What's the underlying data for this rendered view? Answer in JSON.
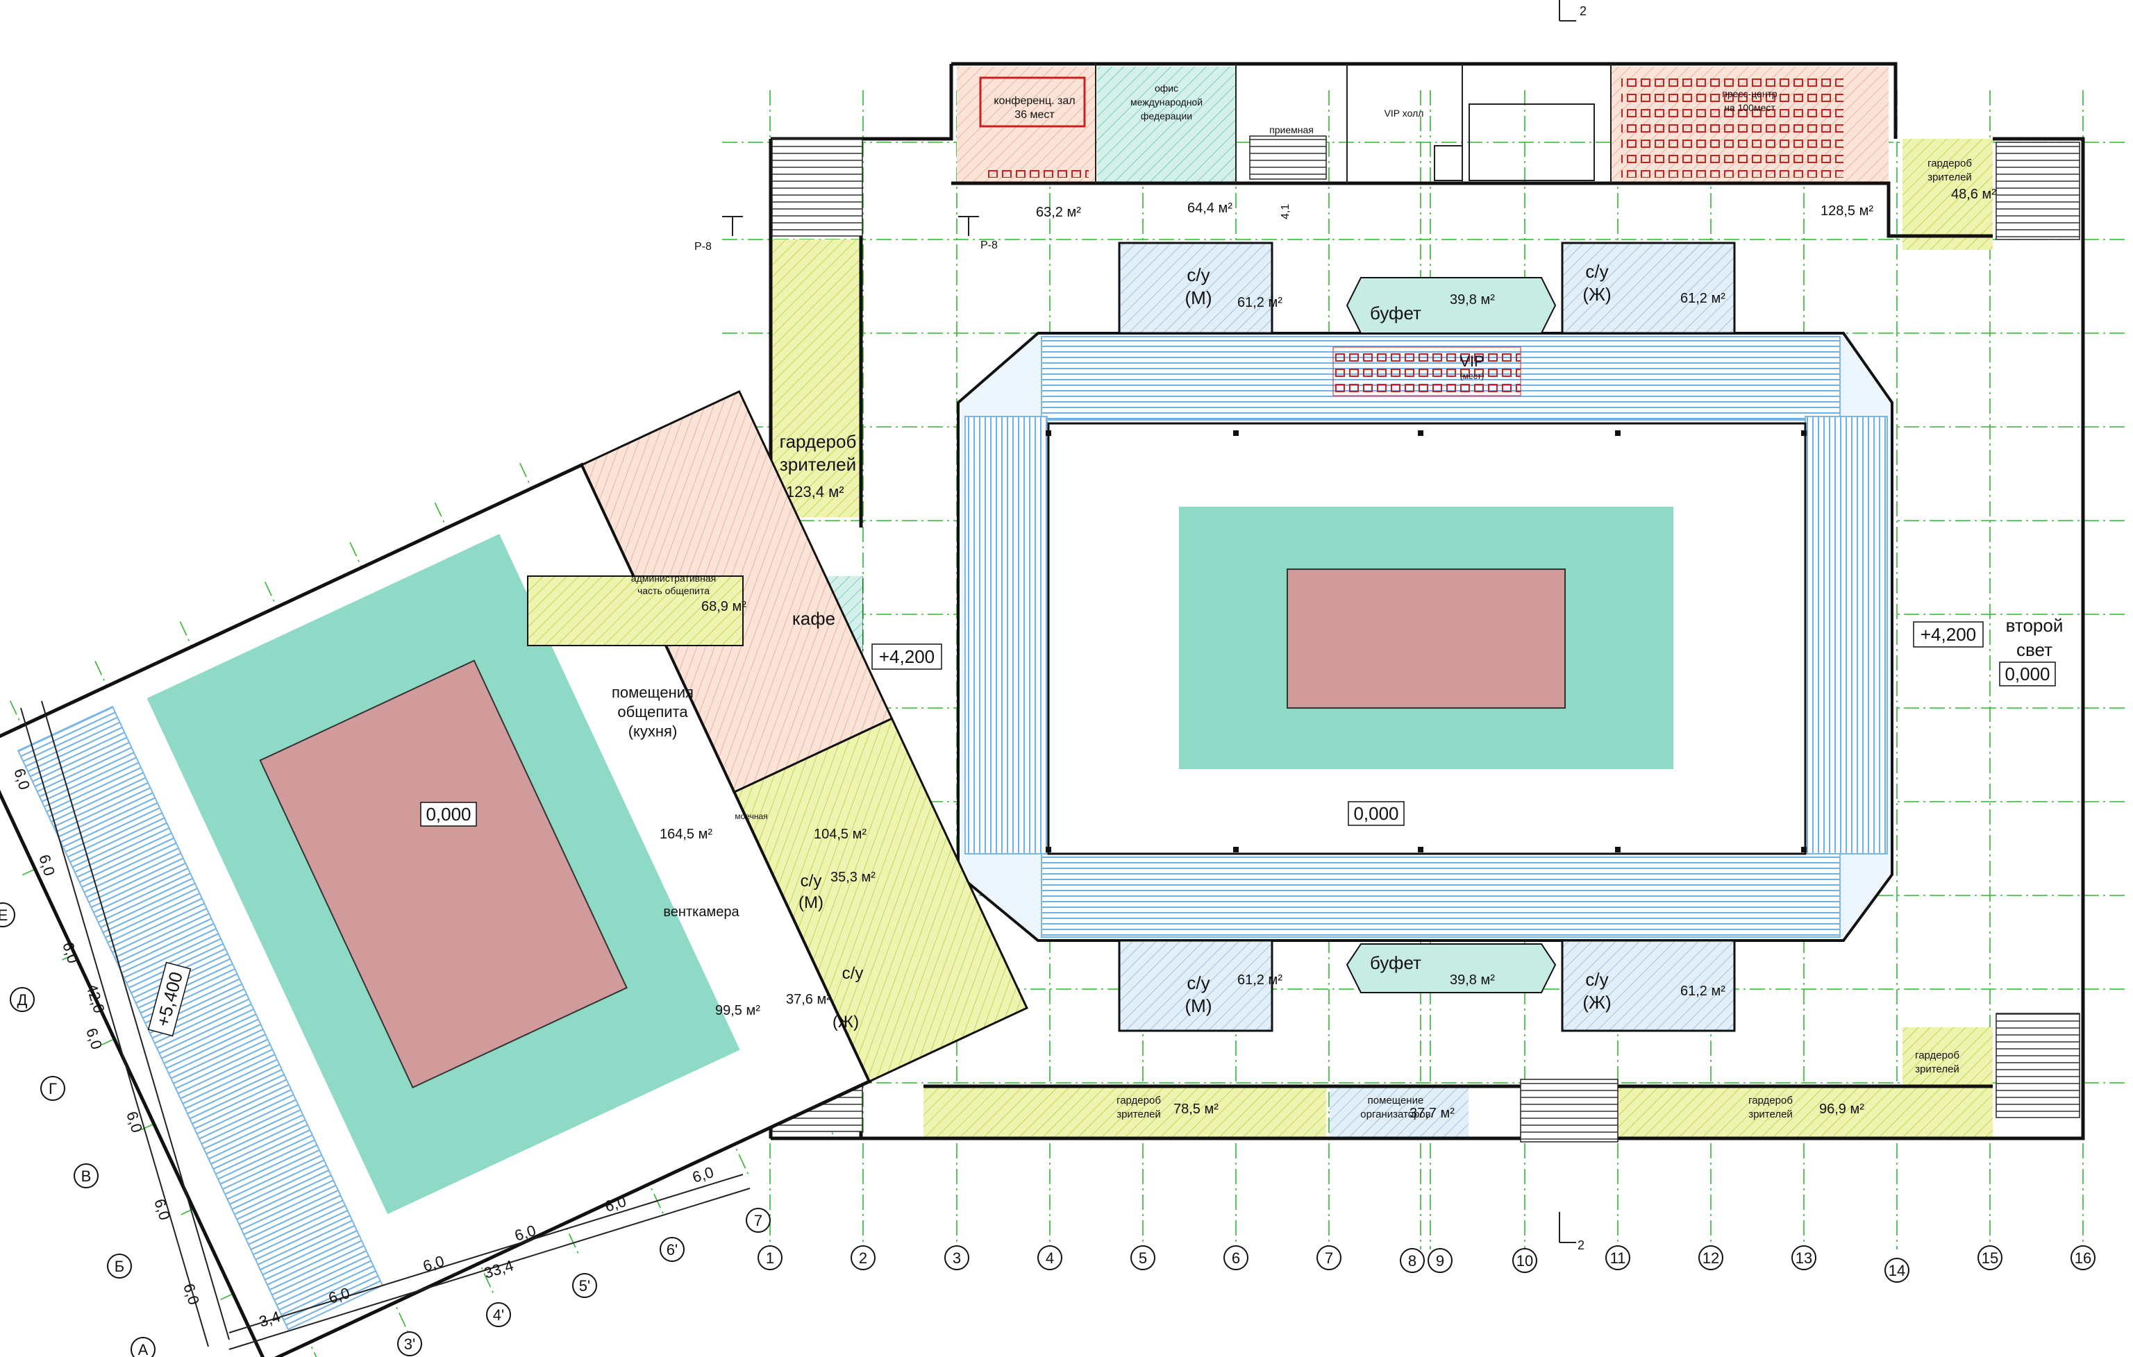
{
  "colors": {
    "hatch_yellow": "#e8ef9a",
    "hatch_teal": "#c6ece4",
    "hatch_red": "#f6d2c2",
    "hatch_blue": "#d4e6f4",
    "court_outer": "#8fd9c7",
    "court_inner": "#d29b9b",
    "seats_blue": "#7ab7e8",
    "grid_green": "#2eb82e",
    "seat_red": "#cc2020"
  },
  "rooms": {
    "conference_line1": "конференц. зал",
    "conference_line2": "36 мест",
    "intl_office_line1": "офис",
    "intl_office_line2": "международной",
    "intl_office_line3": "федерации",
    "reception": "приемная",
    "vip_hall": "VIP холл",
    "press_line1": "пресс-центр",
    "press_line2": "на 100мест",
    "cloak_top_right_line1": "гардероб",
    "cloak_top_right_line2": "зрителей",
    "cloak_left_line1": "гардероб",
    "cloak_left_line2": "зрителей",
    "admin_line1": "административная",
    "admin_line2": "часть общепита",
    "cafe": "кафе",
    "kitchen_line1": "помещения",
    "kitchen_line2": "общепита",
    "kitchen_line3": "(кухня)",
    "washroom": "моечная",
    "ventchamber": "венткамера",
    "buffet_top": "буфет",
    "buffet_bottom": "буфет",
    "vip_line1": "VIP",
    "vip_line2": "(мест)",
    "wc_m_top_line1": "с/у",
    "wc_m_top_line2": "(М)",
    "wc_w_top_line1": "с/у",
    "wc_w_top_line2": "(Ж)",
    "wc_m_bottom_line1": "с/у",
    "wc_m_bottom_line2": "(М)",
    "wc_w_bottom_line1": "с/у",
    "wc_w_bottom_line2": "(Ж)",
    "wc_m_cafe_line1": "с/у",
    "wc_m_cafe_line2": "(М)",
    "wc_w_cafe_line1": "с/у",
    "wc_w_cafe_line2": "(Ж)",
    "cloak_bottom_left_line1": "гардероб",
    "cloak_bottom_left_line2": "зрителей",
    "organizers_line1": "помещение",
    "organizers_line2": "организаторов",
    "cloak_bottom_right_line1": "гардероб",
    "cloak_bottom_right_line2": "зрителей",
    "cloak_br_corner_line1": "гардероб",
    "cloak_br_corner_line2": "зрителей",
    "second_light_line1": "второй",
    "second_light_line2": "свет"
  },
  "areas": {
    "a_63_2": "63,2 м²",
    "a_64_4": "64,4 м²",
    "a_128_5": "128,5 м²",
    "a_48_6": "48,6 м²",
    "a_123_4": "123,4 м²",
    "a_68_9": "68,9 м²",
    "a_164_5": "164,5 м²",
    "a_104_5": "104,5 м²",
    "a_35_3": "35,3 м²",
    "a_37_6": "37,6 м²",
    "a_99_5": "99,5 м²",
    "a_61_2_tl": "61,2 м²",
    "a_61_2_tr": "61,2 м²",
    "a_61_2_bl": "61,2 м²",
    "a_61_2_br": "61,2 м²",
    "a_39_8_top": "39,8 м²",
    "a_39_8_bottom": "39,8 м²",
    "a_78_5": "78,5 м²",
    "a_37_7": "37,7 м²",
    "a_96_9": "96,9 м²"
  },
  "levels": {
    "main_court": "0,000",
    "left_court": "0,000",
    "cafe_level": "+4,200",
    "right_level": "+4,200",
    "second_light": "0,000",
    "stand_level": "+5,400"
  },
  "sections": {
    "s2_top": "2",
    "s2_bottom": "2",
    "p8_left": "Р-8",
    "p8_right": "Р-8",
    "dim_4_1": "4,1"
  },
  "axes_numbers": [
    "1",
    "2",
    "3",
    "4",
    "5",
    "6",
    "7",
    "8",
    "9",
    "10",
    "11",
    "12",
    "13",
    "14",
    "15",
    "16"
  ],
  "axes_left_numbers": [
    "7",
    "6'",
    "5'",
    "4'",
    "3'"
  ],
  "axes_letters": [
    "А",
    "Б",
    "В",
    "Г",
    "Д",
    "Е"
  ],
  "dims_bottom": [
    "6,0",
    "6,0",
    "6,0",
    "6,0",
    "6,0",
    "3,4"
  ],
  "dim_total_bottom": "33,4",
  "dims_left": [
    "6,0",
    "6,0",
    "6,0",
    "6,0",
    "6,0",
    "6,0",
    "6,0"
  ],
  "dim_total_left": "42,0"
}
